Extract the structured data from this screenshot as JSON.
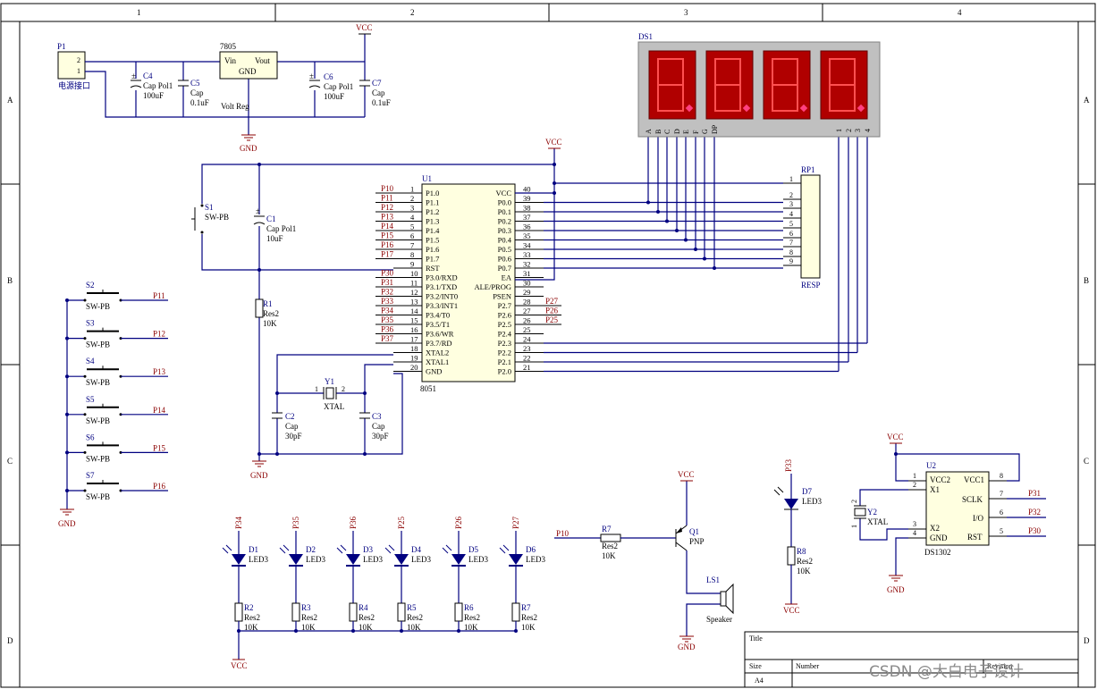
{
  "frame": {
    "columns": [
      "1",
      "2",
      "3",
      "4"
    ],
    "rows": [
      "A",
      "B",
      "C",
      "D"
    ]
  },
  "title_block": {
    "title_label": "Title",
    "size_label": "Size",
    "number_label": "Number",
    "revision_label": "Revision",
    "size_value": "A4"
  },
  "watermark": "CSDN @大白电子设计",
  "power_nets": {
    "vcc": "VCC",
    "gnd": "GND"
  },
  "power_section": {
    "p1": {
      "ref": "P1",
      "label": "电源接口",
      "pin2": "2",
      "pin1": "1"
    },
    "reg": {
      "ref": "7805",
      "vin": "Vin",
      "vout": "Vout",
      "gnd": "GND",
      "comment": "Volt Reg"
    },
    "c4": {
      "ref": "C4",
      "type": "Cap Pol1",
      "value": "100uF"
    },
    "c5": {
      "ref": "C5",
      "type": "Cap",
      "value": "0.1uF"
    },
    "c6": {
      "ref": "C6",
      "type": "Cap Pol1",
      "value": "100uF"
    },
    "c7": {
      "ref": "C7",
      "type": "Cap",
      "value": "0.1uF"
    }
  },
  "reset": {
    "s1": {
      "ref": "S1",
      "type": "SW-PB"
    },
    "c1": {
      "ref": "C1",
      "type": "Cap Pol1",
      "value": "10uF"
    },
    "r1": {
      "ref": "R1",
      "type": "Res2",
      "value": "10K"
    }
  },
  "crystal": {
    "y1": {
      "ref": "Y1",
      "type": "XTAL",
      "pin1": "1",
      "pin2": "2"
    },
    "c2": {
      "ref": "C2",
      "type": "Cap",
      "value": "30pF"
    },
    "c3": {
      "ref": "C3",
      "type": "Cap",
      "value": "30pF"
    }
  },
  "mcu": {
    "ref": "U1",
    "part": "8051",
    "left_pins": [
      {
        "num": "1",
        "name": "P1.0",
        "net": "P10"
      },
      {
        "num": "2",
        "name": "P1.1",
        "net": "P11"
      },
      {
        "num": "3",
        "name": "P1.2",
        "net": "P12"
      },
      {
        "num": "4",
        "name": "P1.3",
        "net": "P13"
      },
      {
        "num": "5",
        "name": "P1.4",
        "net": "P14"
      },
      {
        "num": "6",
        "name": "P1.5",
        "net": "P15"
      },
      {
        "num": "7",
        "name": "P1.6",
        "net": "P16"
      },
      {
        "num": "8",
        "name": "P1.7",
        "net": "P17"
      },
      {
        "num": "9",
        "name": "RST",
        "net": ""
      },
      {
        "num": "10",
        "name": "P3.0/RXD",
        "net": "P30"
      },
      {
        "num": "11",
        "name": "P3.1/TXD",
        "net": "P31"
      },
      {
        "num": "12",
        "name": "P3.2/INT0",
        "net": "P32"
      },
      {
        "num": "13",
        "name": "P3.3/INT1",
        "net": "P33"
      },
      {
        "num": "14",
        "name": "P3.4/T0",
        "net": "P34"
      },
      {
        "num": "15",
        "name": "P3.5/T1",
        "net": "P35"
      },
      {
        "num": "16",
        "name": "P3.6/WR",
        "net": "P36"
      },
      {
        "num": "17",
        "name": "P3.7/RD",
        "net": "P37"
      },
      {
        "num": "18",
        "name": "XTAL2",
        "net": ""
      },
      {
        "num": "19",
        "name": "XTAL1",
        "net": ""
      },
      {
        "num": "20",
        "name": "GND",
        "net": ""
      }
    ],
    "right_pins": [
      {
        "num": "40",
        "name": "VCC",
        "net": ""
      },
      {
        "num": "39",
        "name": "P0.0",
        "net": ""
      },
      {
        "num": "38",
        "name": "P0.1",
        "net": ""
      },
      {
        "num": "37",
        "name": "P0.2",
        "net": ""
      },
      {
        "num": "36",
        "name": "P0.3",
        "net": ""
      },
      {
        "num": "35",
        "name": "P0.4",
        "net": ""
      },
      {
        "num": "34",
        "name": "P0.5",
        "net": ""
      },
      {
        "num": "33",
        "name": "P0.6",
        "net": ""
      },
      {
        "num": "32",
        "name": "P0.7",
        "net": ""
      },
      {
        "num": "31",
        "name": "EA",
        "net": ""
      },
      {
        "num": "30",
        "name": "ALE/PROG",
        "net": ""
      },
      {
        "num": "29",
        "name": "PSEN",
        "net": ""
      },
      {
        "num": "28",
        "name": "P2.7",
        "net": "P27"
      },
      {
        "num": "27",
        "name": "P2.6",
        "net": "P26"
      },
      {
        "num": "26",
        "name": "P2.5",
        "net": "P25"
      },
      {
        "num": "25",
        "name": "P2.4",
        "net": ""
      },
      {
        "num": "24",
        "name": "P2.3",
        "net": ""
      },
      {
        "num": "23",
        "name": "P2.2",
        "net": ""
      },
      {
        "num": "22",
        "name": "P2.1",
        "net": ""
      },
      {
        "num": "21",
        "name": "P2.0",
        "net": ""
      }
    ]
  },
  "display": {
    "ref": "DS1",
    "segment_pins": [
      "A",
      "B",
      "C",
      "D",
      "E",
      "F",
      "G",
      "DP"
    ],
    "digit_pins": [
      "1",
      "2",
      "3",
      "4"
    ]
  },
  "resistor_pack": {
    "ref": "RP1",
    "type": "RESP",
    "pins": [
      "1",
      "2",
      "3",
      "4",
      "5",
      "6",
      "7",
      "8",
      "9"
    ]
  },
  "switches": [
    {
      "ref": "S2",
      "type": "SW-PB",
      "net": "P11"
    },
    {
      "ref": "S3",
      "type": "SW-PB",
      "net": "P12"
    },
    {
      "ref": "S4",
      "type": "SW-PB",
      "net": "P13"
    },
    {
      "ref": "S5",
      "type": "SW-PB",
      "net": "P14"
    },
    {
      "ref": "S6",
      "type": "SW-PB",
      "net": "P15"
    },
    {
      "ref": "S7",
      "type": "SW-PB",
      "net": "P16"
    }
  ],
  "leds": [
    {
      "ref": "D1",
      "type": "LED3",
      "net": "P34",
      "res": "R2",
      "res_type": "Res2",
      "res_value": "10K"
    },
    {
      "ref": "D2",
      "type": "LED3",
      "net": "P35",
      "res": "R3",
      "res_type": "Res2",
      "res_value": "10K"
    },
    {
      "ref": "D3",
      "type": "LED3",
      "net": "P36",
      "res": "R4",
      "res_type": "Res2",
      "res_value": "10K"
    },
    {
      "ref": "D4",
      "type": "LED3",
      "net": "P25",
      "res": "R5",
      "res_type": "Res2",
      "res_value": "10K"
    },
    {
      "ref": "D5",
      "type": "LED3",
      "net": "P26",
      "res": "R6",
      "res_type": "Res2",
      "res_value": "10K"
    },
    {
      "ref": "D6",
      "type": "LED3",
      "net": "P27",
      "res": "R7",
      "res_type": "Res2",
      "res_value": "10K"
    }
  ],
  "buzzer": {
    "net": "P10",
    "r7": {
      "ref": "R7",
      "type": "Res2",
      "value": "10K"
    },
    "q1": {
      "ref": "Q1",
      "type": "PNP"
    },
    "ls1": {
      "ref": "LS1",
      "type": "Speaker"
    }
  },
  "led7": {
    "ref": "D7",
    "type": "LED3",
    "net": "P33",
    "res": "R8",
    "res_type": "Res2",
    "res_value": "10K"
  },
  "rtc": {
    "ref": "U2",
    "part": "DS1302",
    "pins_left": [
      {
        "num": "1",
        "name": "VCC2"
      },
      {
        "num": "2",
        "name": "X1"
      },
      {
        "num": "3",
        "name": "X2"
      },
      {
        "num": "4",
        "name": "GND"
      }
    ],
    "pins_right": [
      {
        "num": "8",
        "name": "VCC1"
      },
      {
        "num": "7",
        "name": "SCLK",
        "net": "P31"
      },
      {
        "num": "6",
        "name": "I/O",
        "net": "P32"
      },
      {
        "num": "5",
        "name": "RST",
        "net": "P30"
      }
    ],
    "y2": {
      "ref": "Y2",
      "type": "XTAL",
      "pin1": "1",
      "pin2": "2"
    }
  }
}
